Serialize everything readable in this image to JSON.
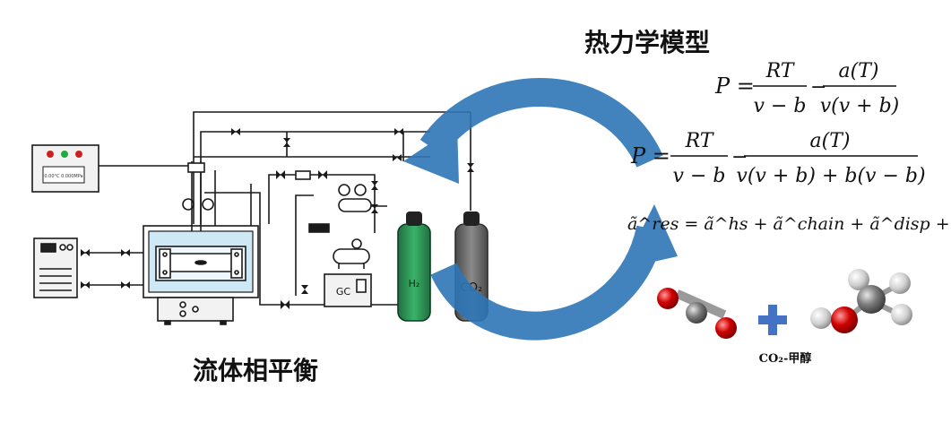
{
  "title_thermo": "热力学模型",
  "title_fluid": "流体相平衡",
  "molecules_label": "CO₂-甲醇",
  "equations": {
    "eq1_lhs": "P =",
    "eq1_num1": "RT",
    "eq1_den1": "v − b",
    "eq1_minus": "−",
    "eq1_num2": "a(T)",
    "eq1_den2": "v(v + b)",
    "eq2_lhs": "P =",
    "eq2_num1": "RT",
    "eq2_den1": "v − b",
    "eq2_minus": "−",
    "eq2_num2": "a(T)",
    "eq2_den2": "v(v + b) + b(v − b)",
    "eq3": "ã^res = ã^hs + ã^chain + ã^disp + ã^assoc"
  },
  "apparatus": {
    "controller_display": "0.00°C 0.000MPa",
    "gc_label": "GC",
    "cylinder_h2": "H₂",
    "cylinder_co2": "CO₂"
  },
  "colors": {
    "cycle_arrow": "#2e75b6",
    "h2_cylinder": "#2e8b57",
    "co2_cylinder": "#6b6b6b",
    "plus": "#4472c4",
    "atom_red": "#d00000",
    "atom_grey": "#6e6e6e"
  }
}
